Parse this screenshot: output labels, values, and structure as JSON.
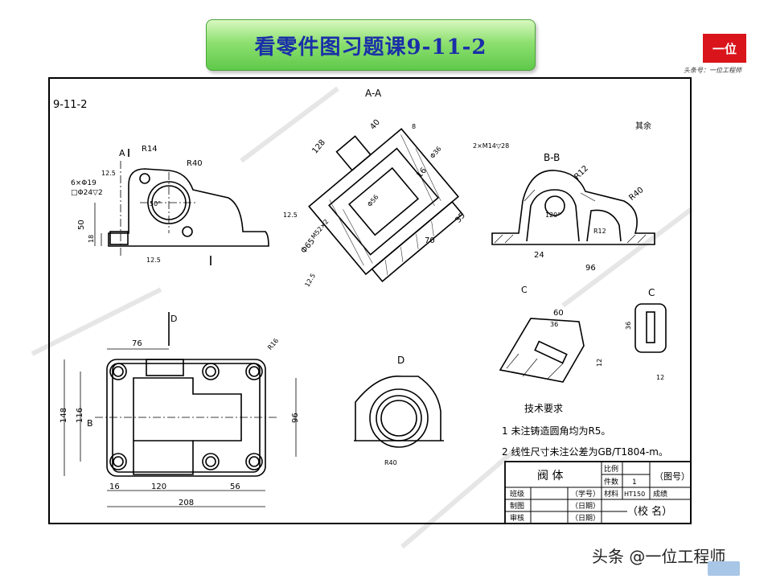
{
  "header": {
    "title": "看零件图习题课9-11-2",
    "logo_text": "一位",
    "logo_subtitle": "头条号：一位工程师"
  },
  "drawing": {
    "number": "9-11-2",
    "section_aa": "A-A",
    "section_bb": "B-B",
    "view_d": "D",
    "view_c": "C",
    "rest_roughness": "其余",
    "notes": {
      "heading": "技术要求",
      "line1": "1 未注铸造圆角均为R5。",
      "line2": "2 线性尺寸未注公差为GB/T1804-m。"
    },
    "dims": {
      "d76": "76",
      "d148": "148",
      "d116": "116",
      "d96": "96",
      "d16": "16",
      "d120": "120",
      "d56": "56",
      "d208": "208",
      "r16": "R16",
      "r40": "R40",
      "r14": "R14",
      "r40b": "R40",
      "holes": "6×Φ19",
      "cbore": "□Φ24▽2",
      "d50": "50",
      "d18": "18",
      "a50": "50°",
      "ra25a": "12.5",
      "d128": "128",
      "d40": "40",
      "d16b": "16",
      "d8": "8",
      "d36": "Φ36",
      "thread": "2×M14▽28",
      "d35": "35",
      "d70": "70",
      "d65": "Φ65",
      "d56b": "Φ56",
      "m52": "M52×2",
      "ra25b": "12.5",
      "ra25c": "12.5",
      "r12": "R12",
      "r40c": "R40",
      "a120": "120°",
      "d24": "24",
      "d96b": "96",
      "r12b": "R12",
      "d60": "60",
      "d36c": "36",
      "d12": "12",
      "d36d": "36",
      "d12b": "12",
      "ra25d": "12.5",
      "arrowA": "A",
      "arrowB": "B",
      "arrowC": "C",
      "arrowD": "D"
    },
    "title_block": {
      "part_name": "阀  体",
      "scale_label": "比例",
      "qty_label": "件数",
      "qty_value": "1",
      "drawing_no": "（图号）",
      "material_label": "材料",
      "material_value": "HT150",
      "grade_label": "成绩",
      "class_label": "班级",
      "drawn_label": "制图",
      "check_label": "审核",
      "student_no": "（学号）",
      "date1": "（日期）",
      "date2": "（日期）",
      "school": "（校  名）"
    }
  },
  "footer": {
    "brand": "头条 @一位工程师"
  }
}
